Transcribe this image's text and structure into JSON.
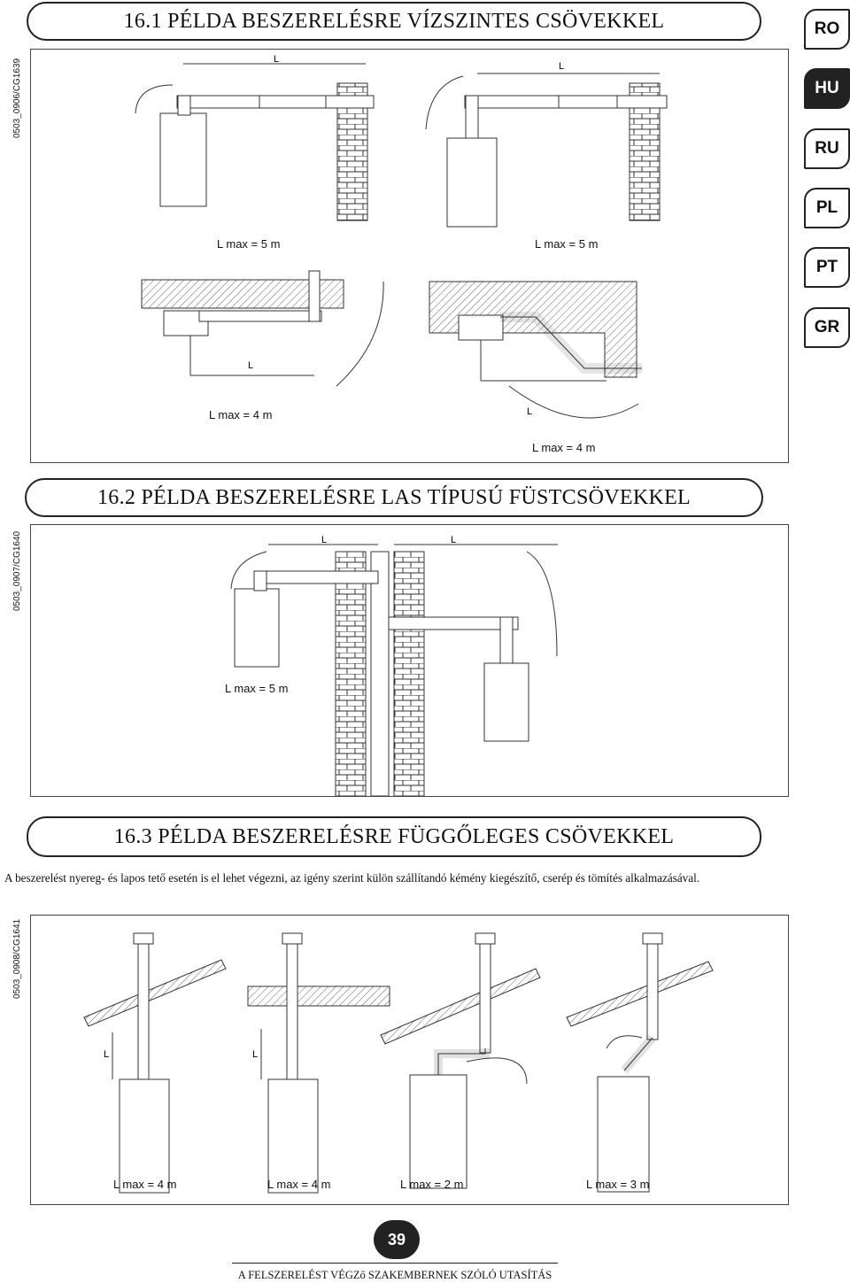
{
  "languages": [
    {
      "code": "RO",
      "active": false
    },
    {
      "code": "HU",
      "active": true
    },
    {
      "code": "RU",
      "active": false
    },
    {
      "code": "PL",
      "active": false
    },
    {
      "code": "PT",
      "active": false
    },
    {
      "code": "GR",
      "active": false
    }
  ],
  "section1": {
    "title": "16.1 PÉLDA BESZERELÉSRE VÍZSZINTES CSÖVEKKEL",
    "code": "0503_0906/CG1639",
    "dim_label": "L",
    "labels": [
      "L max = 5 m",
      "L max = 5 m",
      "L max = 4 m",
      "L max = 4 m"
    ]
  },
  "section2": {
    "title": "16.2 PÉLDA BESZERELÉSRE LAS TÍPUSÚ FÜSTCSÖVEKKEL",
    "code": "0503_0907/CG1640",
    "dim_label": "L",
    "labels": [
      "L max = 5 m"
    ]
  },
  "section3": {
    "title": "16.3 PÉLDA BESZERELÉSRE FÜGGŐLEGES CSÖVEKKEL",
    "description": "A beszerelést nyereg- és lapos tető esetén is el lehet végezni, az igény szerint külön szállítandó kémény kiegészítő, cserép és tömítés alkalmazásával.",
    "code": "0503_0908/CG1641",
    "dim_label": "L",
    "labels": [
      "L max = 4 m",
      "L max = 4 m",
      "L max = 2 m",
      "L max = 3 m"
    ]
  },
  "page_number": "39",
  "footer": "A FELSZERELÉST VÉGZő SZAKEMBERNEK SZÓLÓ UTASÍTÁS"
}
